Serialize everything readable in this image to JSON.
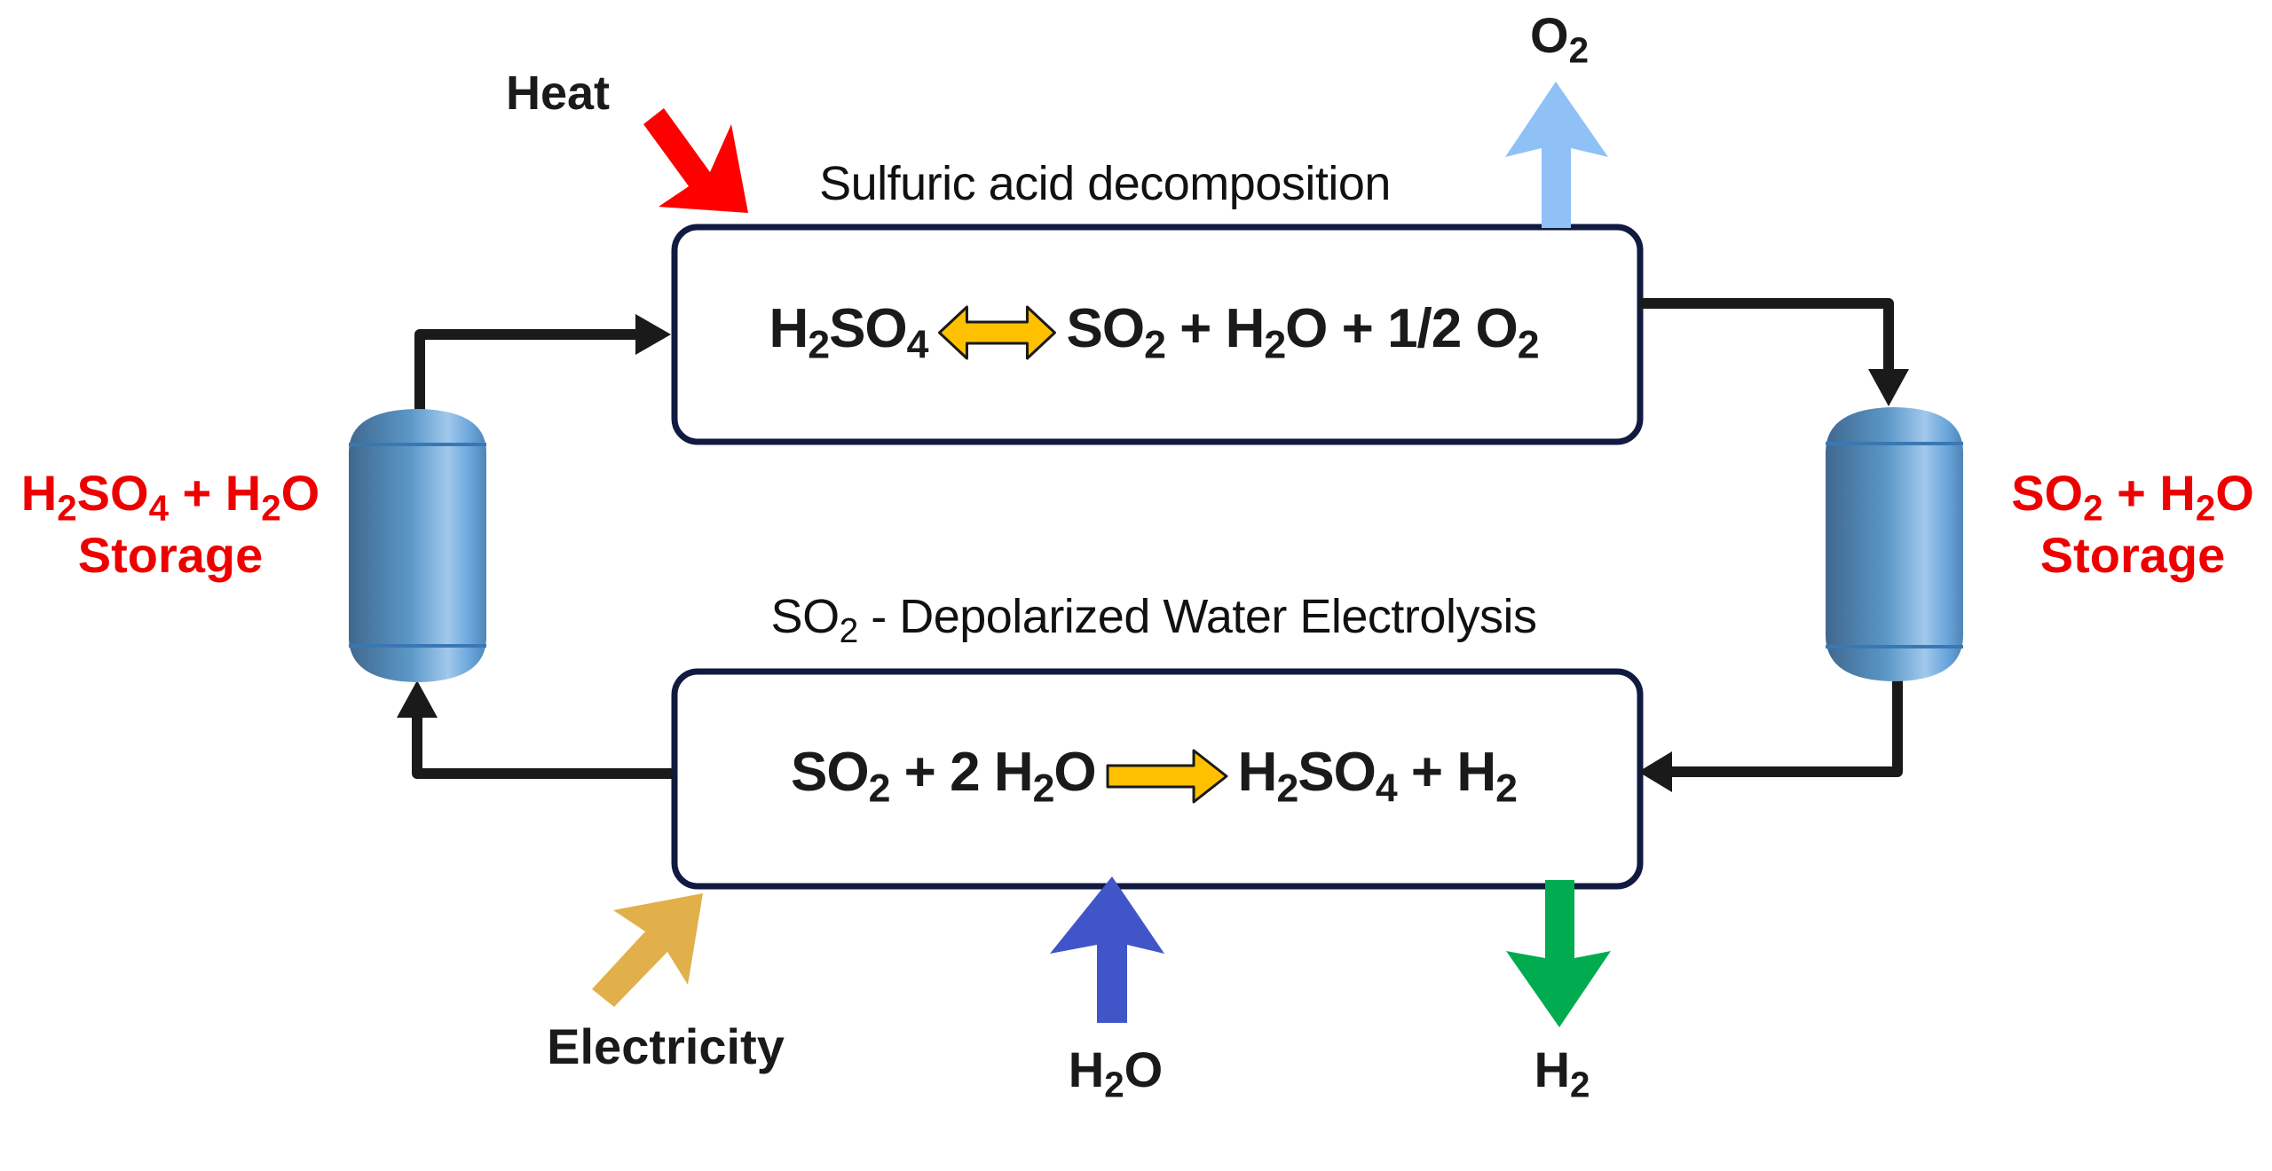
{
  "title": "Sulfur-based hydrogen production cycle",
  "top_process": {
    "title": "Sulfuric acid decomposition",
    "reactant": {
      "base": "H",
      "sub1": "2",
      "mid": "SO",
      "sub2": "4"
    },
    "arrow": "reversible",
    "products": [
      {
        "base": "SO",
        "sub": "2"
      },
      {
        "sep": "+"
      },
      {
        "base": "H",
        "sub": "2",
        "tail": "O"
      },
      {
        "sep": "+"
      },
      {
        "coef": "1/2",
        "base": "O",
        "sub": "2"
      }
    ]
  },
  "bottom_process": {
    "title_prefix": "SO",
    "title_sub": "2",
    "title_rest": " - Depolarized Water Electrolysis",
    "arrow": "forward"
  },
  "equations": {
    "top": {
      "left": [
        "H",
        "2",
        "SO",
        "4"
      ],
      "right": [
        "SO",
        "2",
        " + H",
        "2",
        "O + 1/2 O",
        "2"
      ]
    },
    "bottom": {
      "left": [
        "SO",
        "2",
        " + 2 H",
        "2",
        "O"
      ],
      "right": [
        "H",
        "2",
        "SO",
        "4",
        " + H",
        "2"
      ]
    }
  },
  "inputs_outputs": {
    "heat": {
      "label": "Heat",
      "color": "#ff0000"
    },
    "oxygen": {
      "label": "O",
      "sub": "2",
      "color": "#8fc1f7"
    },
    "electricity": {
      "label": "Electricity",
      "color": "#e1b04a"
    },
    "water": {
      "label": "H",
      "sub": "2",
      "tail": "O",
      "color": "#4055c8"
    },
    "hydrogen": {
      "label": "H",
      "sub": "2",
      "color": "#00ac4f"
    }
  },
  "storage": {
    "left": {
      "line1": [
        "H",
        "2",
        "SO",
        "4",
        " + H",
        "2",
        "O"
      ],
      "line2": "Storage"
    },
    "right": {
      "line1": [
        "SO",
        "2",
        " + H",
        "2",
        "O"
      ],
      "line2": "Storage"
    }
  },
  "colors": {
    "box_border": "#111a40",
    "pipe": "#1a1a1a",
    "eq_arrow_fill": "#ffc000",
    "storage_label": "#ee0000",
    "tank_dark": "#40688f",
    "tank_mid": "#5b98c8",
    "tank_light": "#a2c8ec"
  }
}
